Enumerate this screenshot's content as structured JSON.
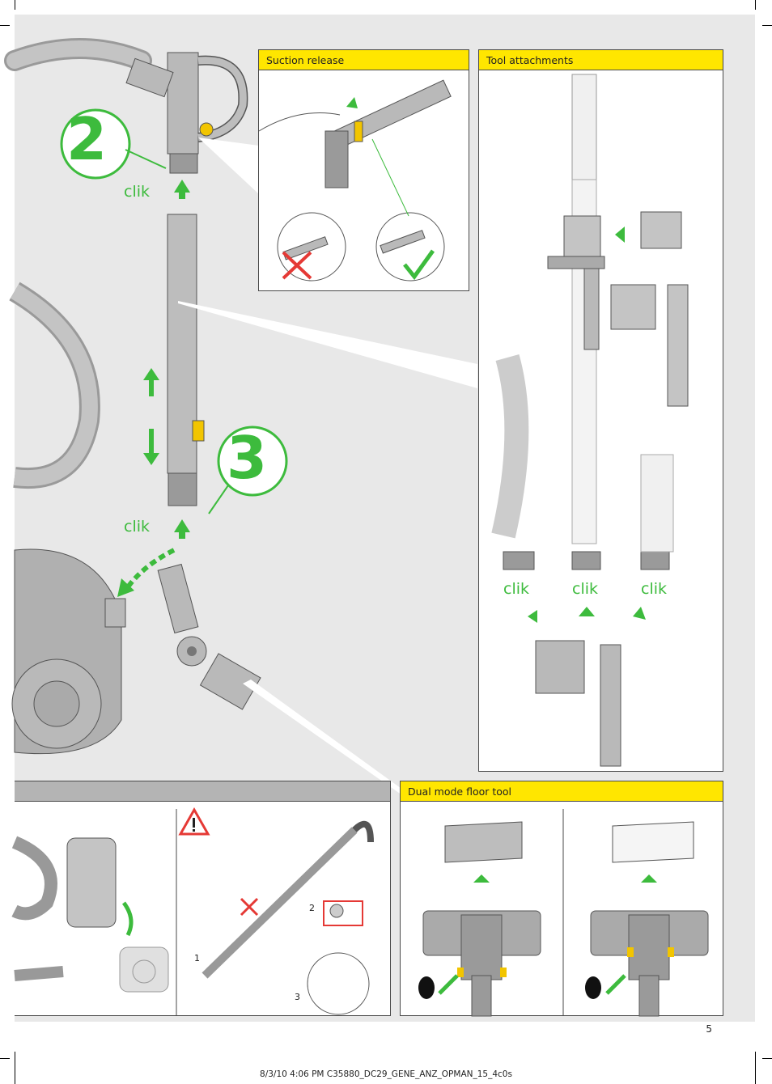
{
  "panels": {
    "suction_release": {
      "title": "Suction release"
    },
    "tool_attachments": {
      "title": "Tool attachments"
    },
    "dual_mode_floor_tool": {
      "title": "Dual mode floor tool"
    },
    "unlabelled_strip": {
      "title": ""
    }
  },
  "steps": {
    "step2": "2",
    "step3": "3"
  },
  "clik_label": "clik",
  "numbers": {
    "n1": "1",
    "n2": "2",
    "n3": "3"
  },
  "page_number": "5",
  "footer": "8/3/10  4:06 PM C35880_DC29_GENE_ANZ_OPMAN_15_4c0s",
  "colors": {
    "accent_yellow": "#ffe600",
    "green": "#3dbb3d",
    "red": "#e53935",
    "grey_part": "#b9b9b9"
  }
}
